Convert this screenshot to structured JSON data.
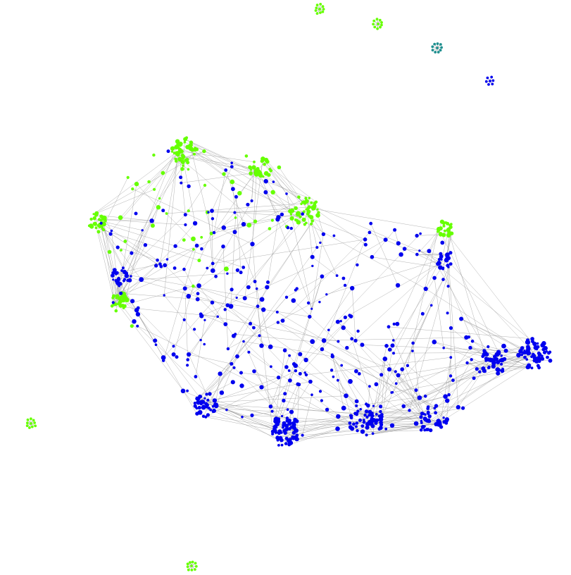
{
  "diagram": {
    "type": "network-graph",
    "background_color": "#ffffff",
    "edge_color": "#8c8c8c",
    "node_classes": [
      {
        "id": "class-a",
        "color": "#66ff00"
      },
      {
        "id": "class-b",
        "color": "#0000ee"
      }
    ],
    "main_component": {
      "approx_node_count": 900,
      "dominant_color_north_west": "#66ff00",
      "dominant_color_south_east": "#0000ee"
    },
    "small_components": [
      {
        "name": "green-cluster-top",
        "color": "#66ff00"
      },
      {
        "name": "green-cluster-top-right",
        "color": "#66ff00"
      },
      {
        "name": "teal-cluster",
        "color": "#1f8f8f"
      },
      {
        "name": "blue-star-cluster",
        "color": "#0000ee"
      },
      {
        "name": "green-cluster-left",
        "color": "#66ff00"
      },
      {
        "name": "green-cluster-bottom",
        "color": "#66ff00"
      }
    ]
  }
}
